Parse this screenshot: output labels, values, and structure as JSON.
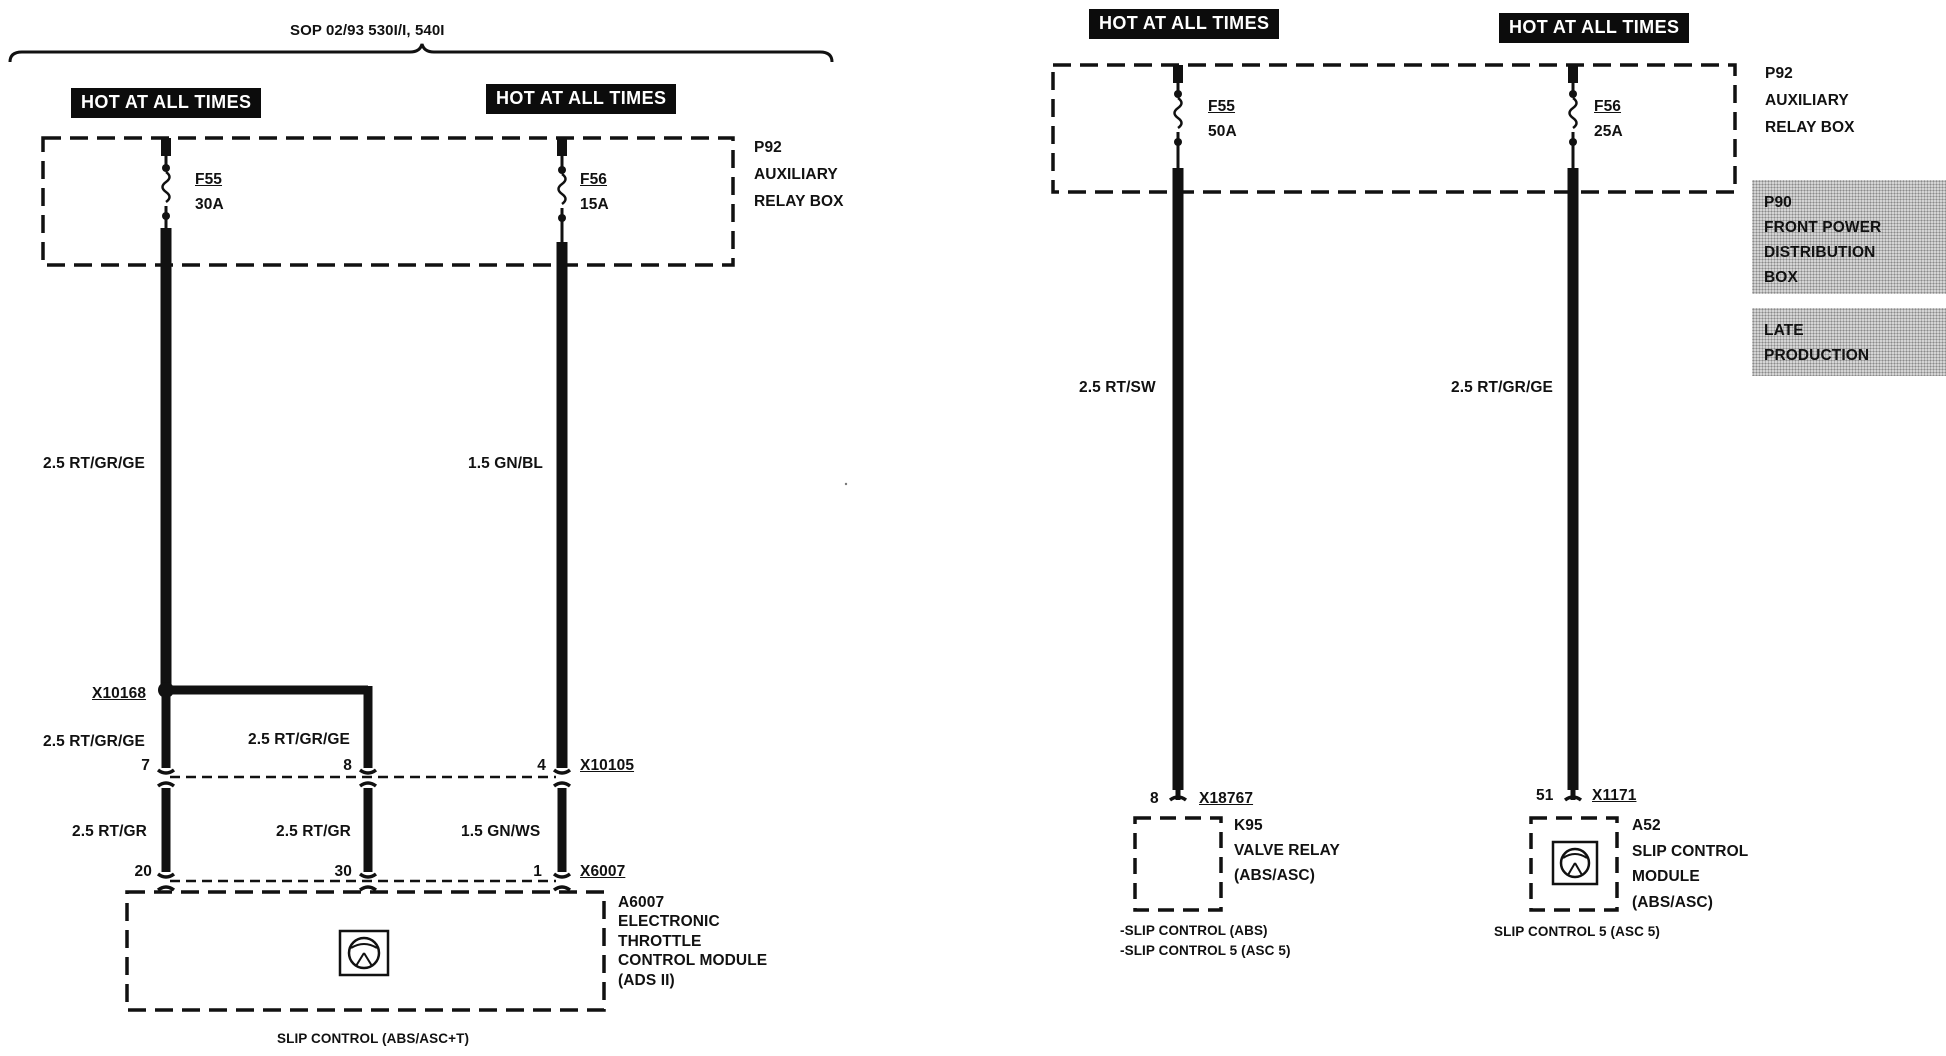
{
  "header_bracket": "SOP 02/93 530I/I, 540I",
  "hot_at_all_times": "HOT AT ALL TIMES",
  "left": {
    "relay_box": "P92\nAUXILIARY\nRELAY BOX",
    "fuse_a": {
      "id": "F55",
      "rating": "30A"
    },
    "fuse_b": {
      "id": "F56",
      "rating": "15A"
    },
    "wire_a": "2.5 RT/GR/GE",
    "wire_b": "1.5 GN/BL",
    "splice": "X10168",
    "branch_wire_1": "2.5 RT/GR/GE",
    "branch_wire_2": "2.5 RT/GR/GE",
    "connector_upper": "X10105",
    "connector_upper_pins": [
      "7",
      "8",
      "4"
    ],
    "lower_wires": [
      "2.5 RT/GR",
      "2.5 RT/GR",
      "1.5 GN/WS"
    ],
    "connector_lower": "X6007",
    "connector_lower_pins": [
      "20",
      "30",
      "1"
    ],
    "module": "A6007\nELECTRONIC\nTHROTTLE\nCONTROL MODULE\n(ADS II)",
    "caption": "SLIP CONTROL (ABS/ASC+T)"
  },
  "right": {
    "relay_box": "P92\nAUXILIARY\nRELAY BOX",
    "fuse_a": {
      "id": "F55",
      "rating": "50A"
    },
    "fuse_b": {
      "id": "F56",
      "rating": "25A"
    },
    "front_box": "P90\nFRONT POWER\nDISTRIBUTION\nBOX",
    "late_production": "LATE\nPRODUCTION",
    "wire_a": "2.5 RT/SW",
    "wire_b": "2.5 RT/GR/GE",
    "connector_a": {
      "pin": "8",
      "id": "X18767"
    },
    "connector_b": {
      "pin": "51",
      "id": "X1171"
    },
    "relay": "K95\nVALVE RELAY\n(ABS/ASC)",
    "module": "A52\nSLIP CONTROL\nMODULE\n(ABS/ASC)",
    "caption_a": "-SLIP CONTROL (ABS)\n-SLIP CONTROL 5 (ASC 5)",
    "caption_b": "SLIP CONTROL 5 (ASC 5)"
  }
}
